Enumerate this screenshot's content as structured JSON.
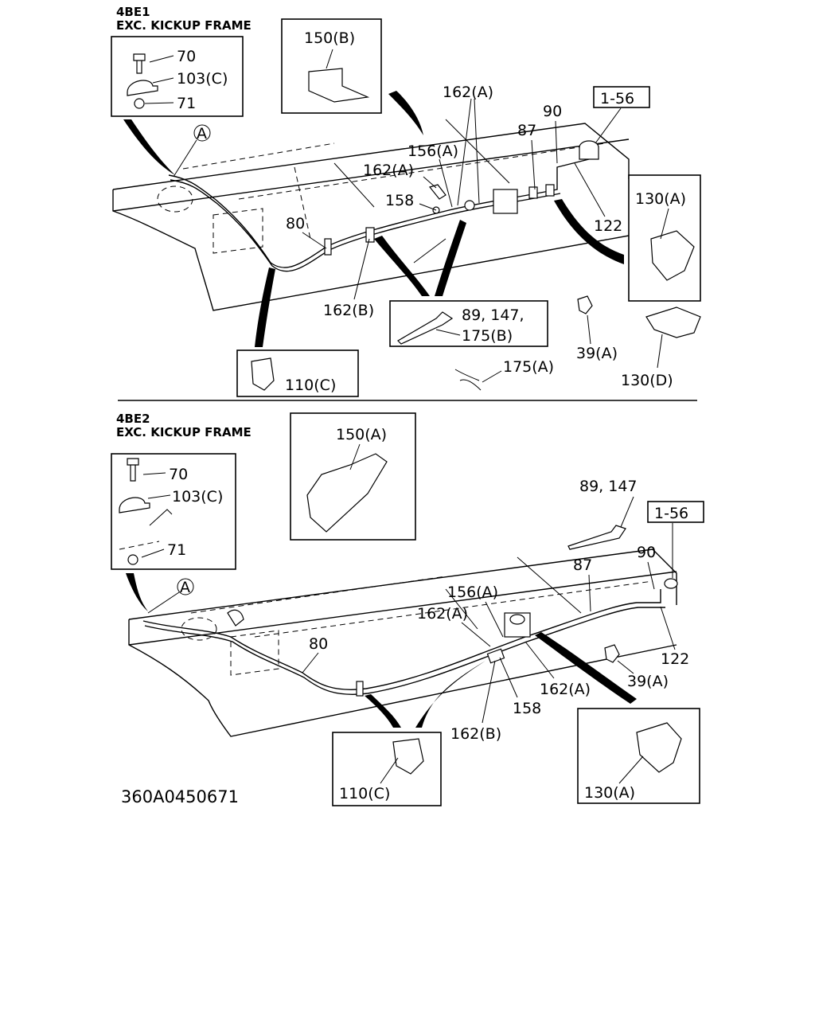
{
  "sections": [
    {
      "engine": "4BE1",
      "frame": "EXC. KICKUP FRAME",
      "callouts": {
        "bolt_70": "70",
        "clip_103c": "103(C)",
        "nut_71": "71",
        "bracket_150b": "150(B)",
        "ref_a": "A",
        "hose_162a_top": "162(A)",
        "hose_156a": "156(A)",
        "hose_162a_mid": "162(A)",
        "part_158": "158",
        "pipe_80": "80",
        "hose_162b": "162(B)",
        "part_87": "87",
        "part_90": "90",
        "ref_1_56": "1-56",
        "part_122": "122",
        "clip_130a": "130(A)",
        "tie_89_147": "89, 147,",
        "tie_175b": "175(B)",
        "clip_39a": "39(A)",
        "clip_130d": "130(D)",
        "clip_110c": "110(C)",
        "clip_175a": "175(A)"
      }
    },
    {
      "engine": "4BE2",
      "frame": "EXC. KICKUP FRAME",
      "callouts": {
        "bolt_70": "70",
        "clip_103c": "103(C)",
        "nut_71": "71",
        "bracket_150a": "150(A)",
        "ref_a": "A",
        "pipe_80": "80",
        "hose_156a": "156(A)",
        "hose_162a_left": "162(A)",
        "tie_89_147": "89, 147",
        "part_87": "87",
        "part_90": "90",
        "ref_1_56": "1-56",
        "part_122": "122",
        "clip_39a": "39(A)",
        "hose_162a_right": "162(A)",
        "part_158": "158",
        "hose_162b": "162(B)",
        "clip_110c": "110(C)",
        "clip_130a": "130(A)"
      }
    }
  ],
  "drawing_number": "360A0450671"
}
